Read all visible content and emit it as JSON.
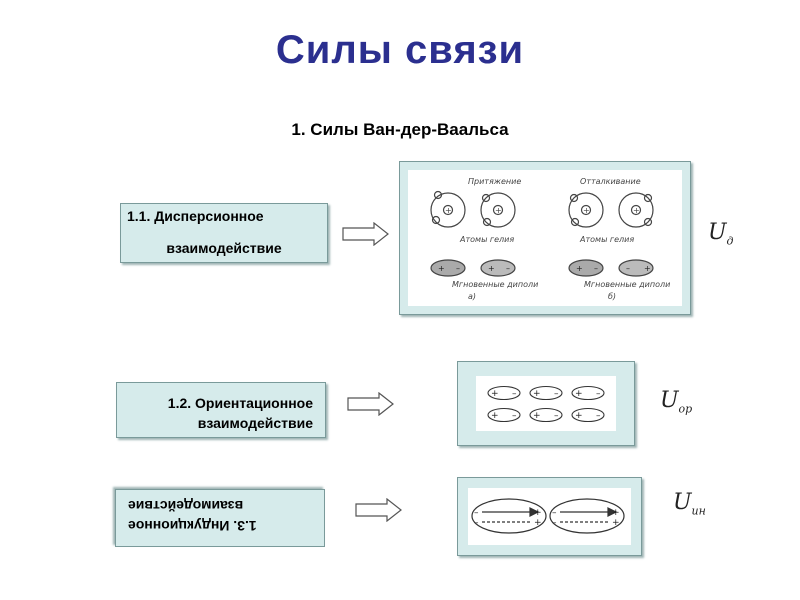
{
  "title": "Силы связи",
  "subtitle": "1. Силы Ван-дер-Ваальса",
  "items": [
    {
      "label_line1": "1.1. Дисперсионное",
      "label_line2": "взаимодействие",
      "symbol": "U",
      "symbol_sub": "д",
      "figure": {
        "caption_attraction": "Притяжение",
        "caption_repulsion": "Отталкивание",
        "caption_atoms_a": "Атомы гелия",
        "caption_atoms_b": "Атомы гелия",
        "caption_dipoles_a": "Мгновенные диполи",
        "caption_dipoles_b": "Мгновенные диполи",
        "panel_a": "а)",
        "panel_b": "б)"
      }
    },
    {
      "label_line1": "1.2. Ориентационное",
      "label_line2": "взаимодействие",
      "symbol": "U",
      "symbol_sub": "ор"
    },
    {
      "label_line1": "1.3. Индукционное",
      "label_line2": "взаимодействие",
      "symbol": "U",
      "symbol_sub": "ин"
    }
  ],
  "colors": {
    "title": "#2b2f8f",
    "box_fill": "#d6ebeb",
    "box_border": "#7a9a9a"
  }
}
